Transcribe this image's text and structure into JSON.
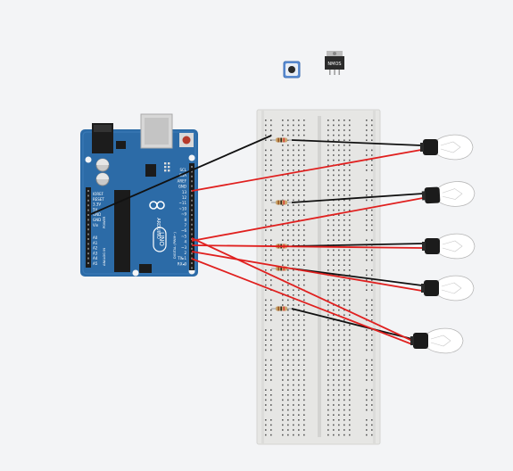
{
  "colors": {
    "background": "#f3f4f6",
    "arduino_board": "#2b6aa6",
    "arduino_dark": "#1d4f80",
    "breadboard": "#e5e5e3",
    "hole": "#4a4a4a",
    "wire_red": "#e0201f",
    "wire_black": "#111111",
    "bulb_base": "#1b1b1b",
    "bulb_glass": "#ffffff",
    "resistor": "#c9a46b"
  },
  "arduino": {
    "logo_text": "UNO",
    "brand_text": "ARDUINO",
    "header_top_labels": [
      "SCL",
      "SDA",
      "AREF",
      "GND",
      "13",
      "12",
      "~11",
      "~10",
      "~9",
      "8",
      "7",
      "~6",
      "~5",
      "4",
      "~3",
      "2",
      "TX▸1",
      "RX◂0"
    ],
    "power_labels": [
      "IOREF",
      "RESET",
      "3.3V",
      "5V",
      "GND",
      "GND",
      "Vin"
    ],
    "analog_labels": [
      "A0",
      "A1",
      "A2",
      "A3",
      "A4",
      "A5"
    ],
    "side_label_power": "POWER",
    "side_label_analog": "ANALOG IN",
    "digital_label": "DIGITAL (PWM~)"
  },
  "components": {
    "nmos_label": "NMOS",
    "pushbutton": "pushbutton-icon"
  },
  "bulbs_count_note": "",
  "bulbs": [
    "bulb-1",
    "bulb-2",
    "bulb-3",
    "bulb-4",
    "bulb-5"
  ]
}
